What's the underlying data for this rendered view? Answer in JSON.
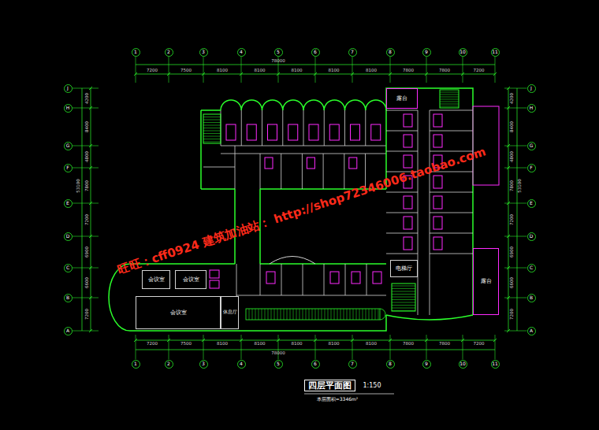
{
  "diagram": {
    "title": "四层平面图",
    "nodes": [
      {
        "text": [
          "1"
        ]
      },
      {
        "text": [
          "2"
        ]
      },
      {
        "text": [
          "3"
        ]
      },
      {
        "text": [
          "4"
        ]
      },
      {
        "text": [
          "5"
        ]
      },
      {
        "text": [
          "6"
        ]
      },
      {
        "text": [
          "7"
        ]
      },
      {
        "text": [
          "8"
        ]
      },
      {
        "text": [
          "9"
        ]
      },
      {
        "text": [
          "10"
        ]
      },
      {
        "text": [
          "11"
        ]
      },
      {
        "text": [
          "J"
        ]
      },
      {
        "text": [
          "H"
        ]
      },
      {
        "text": [
          "G"
        ]
      },
      {
        "text": [
          "F"
        ]
      },
      {
        "text": [
          "E"
        ]
      },
      {
        "text": [
          "D"
        ]
      },
      {
        "text": [
          "C"
        ]
      },
      {
        "text": [
          "B"
        ]
      },
      {
        "text": [
          "A"
        ]
      },
      {
        "text": [
          "J"
        ]
      },
      {
        "text": [
          "H"
        ]
      },
      {
        "text": [
          "G"
        ]
      },
      {
        "text": [
          "F"
        ]
      },
      {
        "text": [
          "E"
        ]
      },
      {
        "text": [
          "D"
        ]
      },
      {
        "text": [
          "C"
        ]
      },
      {
        "text": [
          "B"
        ]
      },
      {
        "text": [
          "A"
        ]
      },
      {
        "text": [
          "露台"
        ]
      },
      {
        "text": [
          "露台"
        ]
      },
      {
        "text": [
          "会议室"
        ]
      },
      {
        "text": [
          "会议室"
        ]
      },
      {
        "text": [
          "电梯厅"
        ]
      },
      {
        "text": [
          "会议室"
        ]
      },
      {
        "text": [
          "休息厅"
        ]
      },
      {
        "text": [
          "1"
        ]
      },
      {
        "text": [
          "2"
        ]
      },
      {
        "text": [
          "3"
        ]
      },
      {
        "text": [
          "4"
        ]
      },
      {
        "text": [
          "5"
        ]
      },
      {
        "text": [
          "6"
        ]
      },
      {
        "text": [
          "7"
        ]
      },
      {
        "text": [
          "8"
        ]
      },
      {
        "text": [
          "9"
        ]
      },
      {
        "text": [
          "10"
        ]
      },
      {
        "text": [
          "11"
        ]
      }
    ],
    "labels": [
      "7200",
      "7500",
      "8100",
      "8100",
      "8100",
      "8100",
      "8100",
      "7800",
      "7800",
      "7200",
      "78000",
      "4200",
      "8400",
      "4800",
      "7800",
      "7200",
      "6900",
      "6600",
      "7200",
      "53100",
      "4200",
      "8400",
      "4800",
      "7800",
      "7200",
      "6900",
      "6600",
      "7200",
      "53100",
      "7200",
      "7500",
      "8100",
      "8100",
      "8100",
      "8100",
      "8100",
      "7800",
      "7800",
      "7200",
      "78000",
      "1:150",
      "本层面积=3346m²",
      "旺旺：cff0924 建筑加油站： http://shop72346006.taobao.com"
    ]
  }
}
